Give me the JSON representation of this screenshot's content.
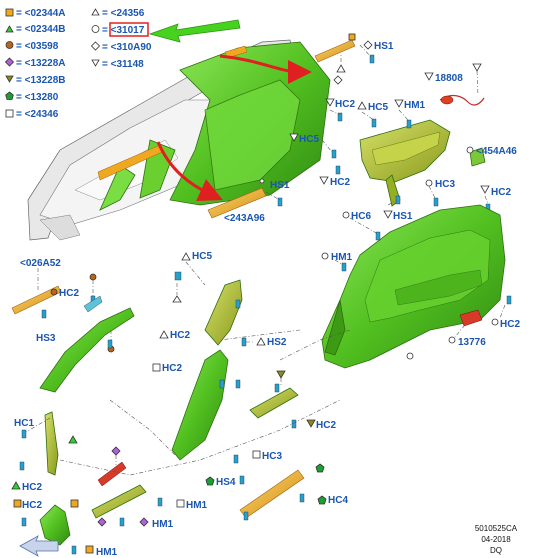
{
  "legend": [
    {
      "symbol": "orange-square",
      "text": "= <02344A"
    },
    {
      "symbol": "green-triangle",
      "text": "= <02344B"
    },
    {
      "symbol": "brown-circle",
      "text": "= <03598"
    },
    {
      "symbol": "purple-diamond",
      "text": "= <13228A"
    },
    {
      "symbol": "olive-triangle-down",
      "text": "= <13228B"
    },
    {
      "symbol": "green-pentagon",
      "text": "= <13280"
    },
    {
      "symbol": "white-square",
      "text": "= <24346"
    },
    {
      "symbol": "white-triangle",
      "text": "= <24356"
    },
    {
      "symbol": "white-circle",
      "text": "= <31017"
    },
    {
      "symbol": "white-diamond",
      "text": "= <310A90"
    },
    {
      "symbol": "white-triangle-down",
      "text": "= <31148"
    }
  ],
  "labels": {
    "hs1_top": "HS1",
    "hs1_mid": "HS1",
    "p18808": "18808",
    "hc2_a": "HC2",
    "hc5_a": "HC5",
    "hm1_a": "HM1",
    "hc5_b": "HC5",
    "p454a46": "<454A46",
    "hc2_b": "HC2",
    "hc3_a": "HC3",
    "hc2_c": "HC2",
    "hc6": "HC6",
    "hs1_b": "HS1",
    "p243a96": "<243A96",
    "p026a52": "<026A52",
    "hc2_d": "HC2",
    "hs3": "HS3",
    "hc5_c": "HC5",
    "hc2_e": "HC2",
    "hs2": "HS2",
    "hm1_b": "HM1",
    "hc2_f": "HC2",
    "p13776": "13776",
    "hc2_g": "HC2",
    "hc1": "HC1",
    "hc2_h": "HC2",
    "hc2_i": "HC2",
    "hc3_b": "HC3",
    "hs4": "HS4",
    "hm1_c": "HM1",
    "hc4": "HC4",
    "hm1_d": "HM1",
    "hm1_e": "HM1",
    "hc2_j": "HC2"
  },
  "ref": {
    "code": "5010525CA",
    "date": "04-2018",
    "initials": "DQ"
  },
  "colors": {
    "part_green": "#5cc82a",
    "part_yellow": "#b8c93a",
    "label_blue": "#1a56b0",
    "arrow_red": "#e02020",
    "arrow_green": "#46d21e",
    "orange_part": "#f0a820",
    "red_part": "#d83a2a"
  }
}
